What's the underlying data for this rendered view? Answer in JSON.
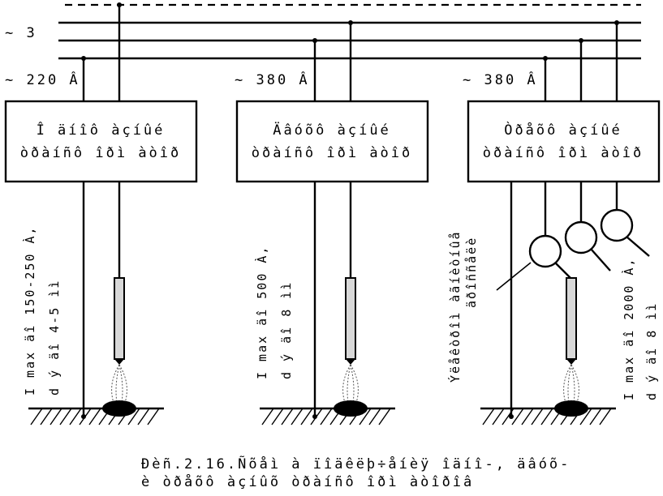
{
  "supply": {
    "three_phase": "~ 3",
    "v220": "~ 220 Â",
    "v380_a": "~ 380 Â",
    "v380_b": "~ 380 Â"
  },
  "units": [
    {
      "line1": "Î äíîô àçíûé",
      "line2": "òðàíñô îðì àòîð"
    },
    {
      "line1": "Äâóõô àçíûé",
      "line2": "òðàíñô îðì àòîð"
    },
    {
      "line1": "Òðåõô àçíûé",
      "line2": "òðàíñô îðì àòîð"
    }
  ],
  "ratings": {
    "unit1": {
      "imax": "I max äî 150-250 À,",
      "dy": "d ý äî 4-5 ìì"
    },
    "unit2": {
      "imax": "I max äî 500 À,",
      "dy": "d ý äî 8 ìì"
    },
    "unit3": {
      "imax": "I max äî 2000 À,",
      "dy": "d ý äî 8 ìì"
    }
  },
  "inductor_note": {
    "line1": "Ýëåêòðîì àãíèòíûå",
    "line2": "äðîññåëè"
  },
  "caption": {
    "line1": "Ðèñ.2.16.Ñõåì à ïîäêëþ÷åíèÿ îäíî-, äâóõ-",
    "line2": "è òðåõô àçíûõ òðàíñô îðì àòîðîâ"
  }
}
